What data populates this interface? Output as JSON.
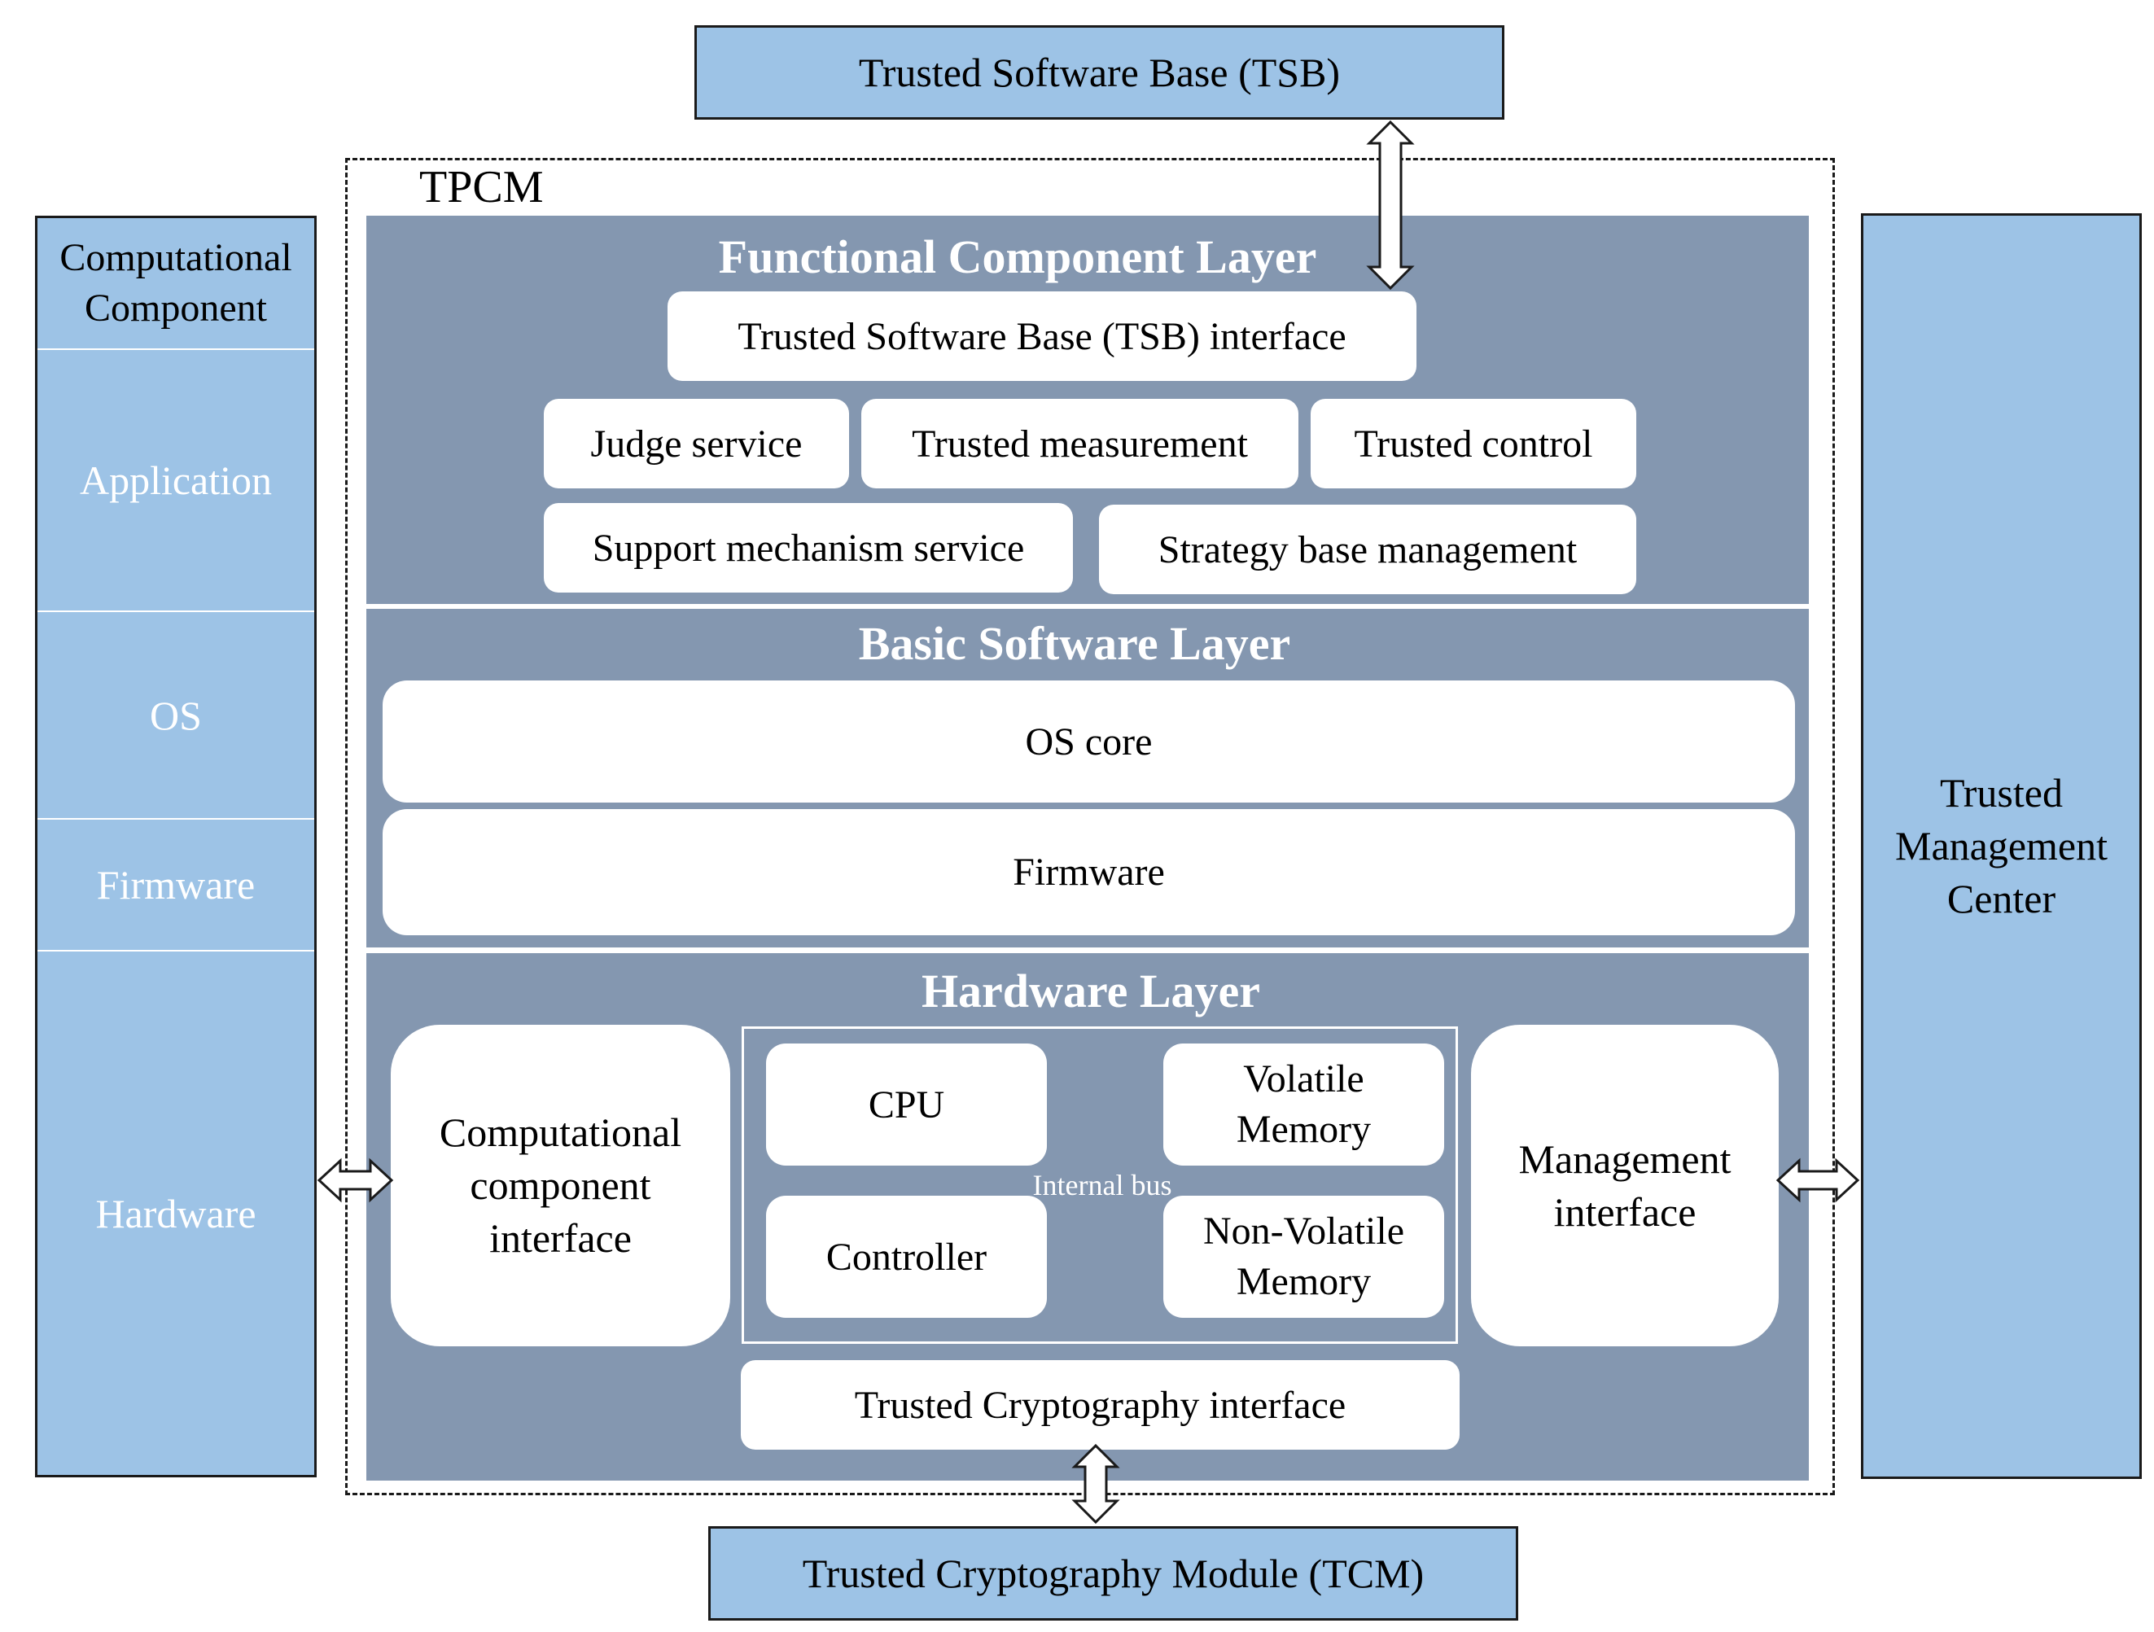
{
  "external": {
    "tsb": "Trusted Software Base (TSB)",
    "tcm": "Trusted Cryptography Module (TCM)",
    "tmc_line1": "Trusted",
    "tmc_line2": "Management",
    "tmc_line3": "Center"
  },
  "tpcm_label": "TPCM",
  "left_column": {
    "header_line1": "Computational",
    "header_line2": "Component",
    "cells": [
      "Application",
      "OS",
      "Firmware",
      "Hardware"
    ]
  },
  "functional_layer": {
    "title": "Functional Component Layer",
    "tsb_interface": "Trusted Software Base (TSB) interface",
    "judge": "Judge service",
    "measurement": "Trusted measurement",
    "control": "Trusted control",
    "support": "Support mechanism service",
    "strategy": "Strategy base management"
  },
  "basic_layer": {
    "title": "Basic Software Layer",
    "os_core": "OS core",
    "firmware": "Firmware"
  },
  "hardware_layer": {
    "title": "Hardware Layer",
    "comp_if_line1": "Computational",
    "comp_if_line2": "component",
    "comp_if_line3": "interface",
    "cpu": "CPU",
    "volatile_line1": "Volatile",
    "volatile_line2": "Memory",
    "controller": "Controller",
    "nonvolatile_line1": "Non-Volatile",
    "nonvolatile_line2": "Memory",
    "internal_bus": "Internal bus",
    "mgmt_line1": "Management",
    "mgmt_line2": "interface",
    "crypto_interface": "Trusted Cryptography interface"
  },
  "colors": {
    "light_blue": "#9dc3e6",
    "layer_gray_blue": "#8497b0",
    "white": "#ffffff"
  }
}
